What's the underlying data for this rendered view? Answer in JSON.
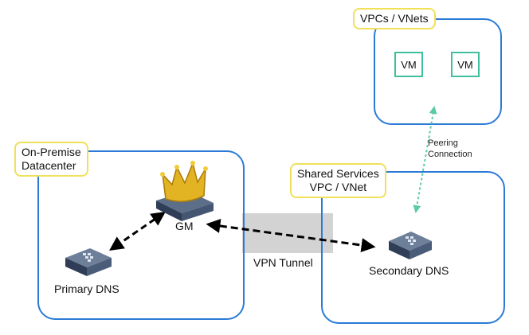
{
  "regions": {
    "on_premise": {
      "label_lines": [
        "On-Premise",
        "Datacenter"
      ]
    },
    "vpcs": {
      "label": "VPCs / VNets"
    },
    "shared": {
      "label_lines": [
        "Shared Services",
        "VPC / VNet"
      ]
    }
  },
  "vms": [
    "VM",
    "VM"
  ],
  "nodes": {
    "gm": {
      "label": "GM",
      "icon": "crown-server-icon"
    },
    "primary_dns": {
      "label": "Primary DNS",
      "icon": "server-appliance-icon"
    },
    "secondary_dns": {
      "label": "Secondary DNS",
      "icon": "server-appliance-icon"
    }
  },
  "links": {
    "vpn": {
      "label": "VPN Tunnel"
    },
    "peering": {
      "label_lines": [
        "Peering",
        "Connection"
      ]
    }
  },
  "colors": {
    "region_border": "#2b7bd6",
    "label_border": "#f0e05a",
    "vm_border": "#3fbf9b",
    "peering_line": "#5cc9a7",
    "vpn_shade": "#d3d3d3"
  }
}
